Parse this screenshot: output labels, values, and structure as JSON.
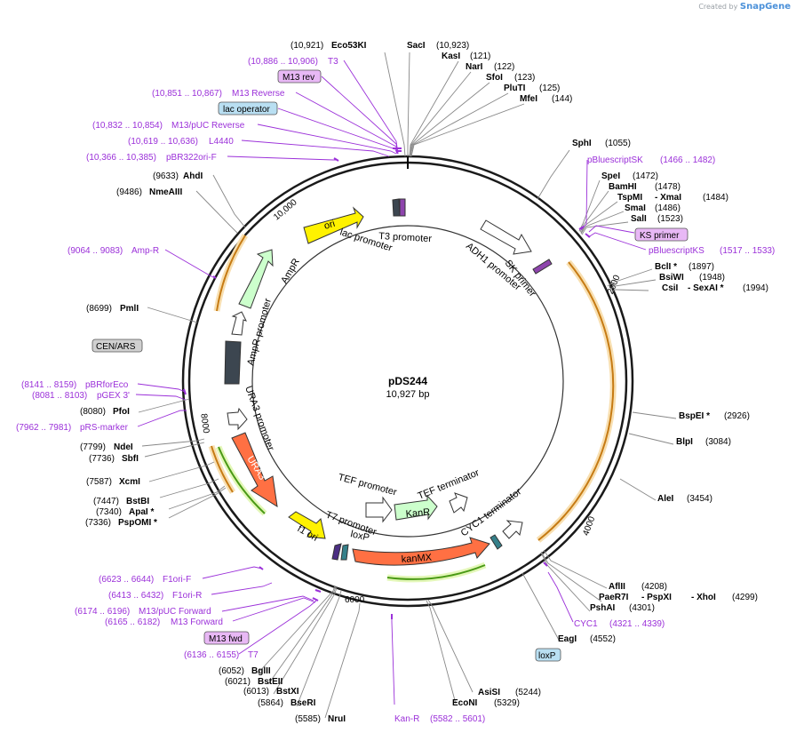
{
  "branding": {
    "created_by": "Created by",
    "product": "SnapGene"
  },
  "plasmid": {
    "name": "pDS244",
    "size": "10,927 bp"
  },
  "ticks": [
    "10,000",
    "2000",
    "4000",
    "6000",
    "8000"
  ],
  "features": [
    {
      "id": "ori",
      "label": "ori",
      "color": "#fff200"
    },
    {
      "id": "ampr",
      "label": "AmpR",
      "color": "#ccffcc"
    },
    {
      "id": "amprp",
      "label": "AmpR promoter",
      "color": "#ffffff"
    },
    {
      "id": "cen",
      "label": "CEN/ARS",
      "color": "#3c4650"
    },
    {
      "id": "ura3p",
      "label": "URA3 promoter",
      "color": "#ffffff"
    },
    {
      "id": "ura3",
      "label": "URA3",
      "color": "#ff7043"
    },
    {
      "id": "f1",
      "label": "f1 ori",
      "color": "#fff200"
    },
    {
      "id": "t7p",
      "label": "T7 promoter",
      "color": "#ffffff"
    },
    {
      "id": "loxp",
      "label": "loxP",
      "color": "#ffffff"
    },
    {
      "id": "tefp",
      "label": "TEF promoter",
      "color": "#ffffff"
    },
    {
      "id": "kanr",
      "label": "KanR",
      "color": "#ccffcc"
    },
    {
      "id": "teft",
      "label": "TEF terminator",
      "color": "#ffffff"
    },
    {
      "id": "kanmx",
      "label": "kanMX",
      "color": "#ff7043"
    },
    {
      "id": "cyc1t",
      "label": "CYC1 terminator",
      "color": "#ffffff"
    },
    {
      "id": "adh1",
      "label": "ADH1 promoter",
      "color": "#ffffff"
    },
    {
      "id": "skp",
      "label": "SK primer",
      "color": "#ffffff"
    },
    {
      "id": "lacp",
      "label": "lac promoter",
      "color": "#ffffff"
    },
    {
      "id": "t3p",
      "label": "T3 promoter",
      "color": "#ffffff"
    }
  ],
  "sites": [
    {
      "id": "eco53ki",
      "name": "Eco53KI",
      "pos": "(10,921)",
      "type": "enzyme"
    },
    {
      "id": "saci",
      "name": "SacI",
      "pos": "(10,923)",
      "type": "enzyme"
    },
    {
      "id": "kasi",
      "name": "KasI",
      "pos": "(121)",
      "type": "enzyme"
    },
    {
      "id": "nari",
      "name": "NarI",
      "pos": "(122)",
      "type": "enzyme"
    },
    {
      "id": "sfoi",
      "name": "SfoI",
      "pos": "(123)",
      "type": "enzyme"
    },
    {
      "id": "pluti",
      "name": "PluTI",
      "pos": "(125)",
      "type": "enzyme"
    },
    {
      "id": "mfei",
      "name": "MfeI",
      "pos": "(144)",
      "type": "enzyme"
    },
    {
      "id": "t3",
      "name": "T3",
      "pos": "(10,886 .. 10,906)",
      "type": "primer"
    },
    {
      "id": "m13rev_box",
      "name": "M13 rev",
      "pos": "",
      "type": "box"
    },
    {
      "id": "m13reverse",
      "name": "M13 Reverse",
      "pos": "(10,851 .. 10,867)",
      "type": "primer"
    },
    {
      "id": "lacop_box",
      "name": "lac operator",
      "pos": "",
      "type": "box"
    },
    {
      "id": "m13pucrev",
      "name": "M13/pUC Reverse",
      "pos": "(10,832 .. 10,854)",
      "type": "primer"
    },
    {
      "id": "l4440",
      "name": "L4440",
      "pos": "(10,619 .. 10,636)",
      "type": "primer"
    },
    {
      "id": "pbr322ori",
      "name": "pBR322ori-F",
      "pos": "(10,366 .. 10,385)",
      "type": "primer"
    },
    {
      "id": "ahdi",
      "name": "AhdI",
      "pos": "(9633)",
      "type": "enzyme"
    },
    {
      "id": "nmeaiii",
      "name": "NmeAIII",
      "pos": "(9486)",
      "type": "enzyme"
    },
    {
      "id": "ampr_primer",
      "name": "Amp-R",
      "pos": "(9064 .. 9083)",
      "type": "primer"
    },
    {
      "id": "pmli",
      "name": "PmlI",
      "pos": "(8699)",
      "type": "enzyme"
    },
    {
      "id": "cen_box",
      "name": "CEN/ARS",
      "pos": "",
      "type": "grey"
    },
    {
      "id": "pbrforeco",
      "name": "pBRforEco",
      "pos": "(8141 .. 8159)",
      "type": "primer"
    },
    {
      "id": "pgex3",
      "name": "pGEX 3'",
      "pos": "(8081 .. 8103)",
      "type": "primer"
    },
    {
      "id": "pfoi",
      "name": "PfoI",
      "pos": "(8080)",
      "type": "enzyme"
    },
    {
      "id": "prsmarker",
      "name": "pRS-marker",
      "pos": "(7962 .. 7981)",
      "type": "primer"
    },
    {
      "id": "ndei",
      "name": "NdeI",
      "pos": "(7799)",
      "type": "enzyme"
    },
    {
      "id": "sbfi",
      "name": "SbfI",
      "pos": "(7736)",
      "type": "enzyme"
    },
    {
      "id": "xcmi",
      "name": "XcmI",
      "pos": "(7587)",
      "type": "enzyme"
    },
    {
      "id": "bstbi",
      "name": "BstBI",
      "pos": "(7447)",
      "type": "enzyme"
    },
    {
      "id": "apai",
      "name": "ApaI *",
      "pos": "(7340)",
      "type": "enzyme"
    },
    {
      "id": "pspomi",
      "name": "PspOMI *",
      "pos": "(7336)",
      "type": "enzyme"
    },
    {
      "id": "f1orif",
      "name": "F1ori-F",
      "pos": "(6623 .. 6644)",
      "type": "primer"
    },
    {
      "id": "f1orir",
      "name": "F1ori-R",
      "pos": "(6413 .. 6432)",
      "type": "primer"
    },
    {
      "id": "m13pucfwd",
      "name": "M13/pUC Forward",
      "pos": "(6174 .. 6196)",
      "type": "primer"
    },
    {
      "id": "m13forward",
      "name": "M13 Forward",
      "pos": "(6165 .. 6182)",
      "type": "primer"
    },
    {
      "id": "m13fwd_box",
      "name": "M13 fwd",
      "pos": "",
      "type": "box"
    },
    {
      "id": "t7",
      "name": "T7",
      "pos": "(6136 .. 6155)",
      "type": "primer"
    },
    {
      "id": "bglii",
      "name": "BglII",
      "pos": "(6052)",
      "type": "enzyme"
    },
    {
      "id": "bsteii",
      "name": "BstEII",
      "pos": "(6021)",
      "type": "enzyme"
    },
    {
      "id": "bstxi",
      "name": "BstXI",
      "pos": "(6013)",
      "type": "enzyme"
    },
    {
      "id": "beseri",
      "name": "BseRI",
      "pos": "(5864)",
      "type": "enzyme"
    },
    {
      "id": "nrui",
      "name": "NruI",
      "pos": "(5585)",
      "type": "enzyme"
    },
    {
      "id": "kanr_primer",
      "name": "Kan-R",
      "pos": "(5582 .. 5601)",
      "type": "primer"
    },
    {
      "id": "econi",
      "name": "EcoNI",
      "pos": "(5329)",
      "type": "enzyme"
    },
    {
      "id": "asisi",
      "name": "AsiSI",
      "pos": "(5244)",
      "type": "enzyme"
    },
    {
      "id": "eagi",
      "name": "EagI",
      "pos": "(4552)",
      "type": "enzyme"
    },
    {
      "id": "loxp_box",
      "name": "loxP",
      "pos": "",
      "type": "blue"
    },
    {
      "id": "cyc1",
      "name": "CYC1",
      "pos": "(4321 .. 4339)",
      "type": "primer"
    },
    {
      "id": "pshai",
      "name": "PshAI",
      "pos": "(4301)",
      "type": "enzyme"
    },
    {
      "id": "pae",
      "name": "PaeR7I",
      "pos": "",
      "type": "enzyme"
    },
    {
      "id": "pspxi",
      "name": "- PspXI",
      "pos": "",
      "type": "enzyme"
    },
    {
      "id": "xhoi",
      "name": "- XhoI",
      "pos": "(4299)",
      "type": "enzyme"
    },
    {
      "id": "aflii",
      "name": "AflII",
      "pos": "(4208)",
      "type": "enzyme"
    },
    {
      "id": "alei",
      "name": "AleI",
      "pos": "(3454)",
      "type": "enzyme"
    },
    {
      "id": "blpi",
      "name": "BlpI",
      "pos": "(3084)",
      "type": "enzyme"
    },
    {
      "id": "bspei",
      "name": "BspEI *",
      "pos": "(2926)",
      "type": "enzyme"
    },
    {
      "id": "csii",
      "name": "CsiI",
      "pos": "",
      "type": "enzyme"
    },
    {
      "id": "sexai",
      "name": "- SexAI *",
      "pos": "(1994)",
      "type": "enzyme"
    },
    {
      "id": "bsiwi",
      "name": "BsiWI",
      "pos": "(1948)",
      "type": "enzyme"
    },
    {
      "id": "bcli",
      "name": "BclI *",
      "pos": "(1897)",
      "type": "enzyme"
    },
    {
      "id": "pbksks",
      "name": "pBluescriptKS",
      "pos": "(1517 .. 1533)",
      "type": "primer"
    },
    {
      "id": "ksprimer_box",
      "name": "KS primer",
      "pos": "",
      "type": "box"
    },
    {
      "id": "sali",
      "name": "SalI",
      "pos": "(1523)",
      "type": "enzyme"
    },
    {
      "id": "smai",
      "name": "SmaI",
      "pos": "(1486)",
      "type": "enzyme"
    },
    {
      "id": "tspmi",
      "name": "TspMI",
      "pos": "",
      "type": "enzyme"
    },
    {
      "id": "xmai",
      "name": "- XmaI",
      "pos": "(1484)",
      "type": "enzyme"
    },
    {
      "id": "bamhi",
      "name": "BamHI",
      "pos": "(1478)",
      "type": "enzyme"
    },
    {
      "id": "spei",
      "name": "SpeI",
      "pos": "(1472)",
      "type": "enzyme"
    },
    {
      "id": "pbsk",
      "name": "pBluescriptSK",
      "pos": "(1466 .. 1482)",
      "type": "primer"
    },
    {
      "id": "sphi",
      "name": "SphI",
      "pos": "(1055)",
      "type": "enzyme"
    }
  ],
  "colors": {
    "primer": "#9b30d9",
    "enzyme": "#000000",
    "pos": "#000000",
    "box_fill": "#e8b8f5",
    "grey_fill": "#d0d0d0",
    "blue_fill": "#b9dff2",
    "orf": "#e8a33d"
  }
}
